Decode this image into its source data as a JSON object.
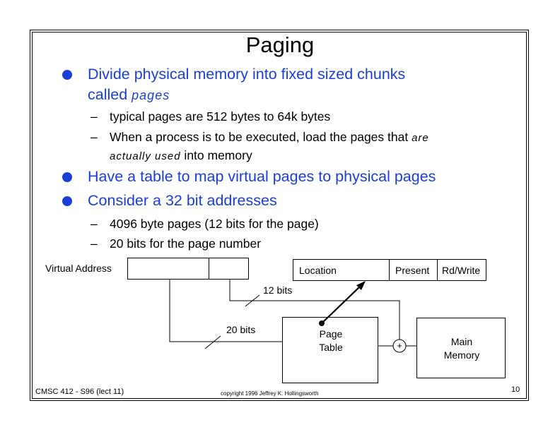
{
  "title": "Paging",
  "bullets": [
    {
      "text": "Divide physical memory into fixed sized chunks",
      "text_line2": "called ",
      "emph": "pages"
    },
    {
      "text": "Have a table to map virtual pages to physical pages"
    },
    {
      "text": "Consider a 32 bit addresses"
    }
  ],
  "subitems": {
    "b1_1": "typical pages are 512 bytes to 64k bytes",
    "b1_2_a": "When a process is to be executed, load the pages that ",
    "b1_2_em1": "are",
    "b1_2_em2": "actually used",
    "b1_2_b": " into memory",
    "b3_1": "4096 byte pages (12 bits for the page)",
    "b3_2": "20 bits for the page number"
  },
  "dash": "–",
  "diagram": {
    "virtual_address_label": "Virtual Address",
    "pte_fields": [
      "Location",
      "Present",
      "Rd/Write"
    ],
    "bits_12": "12 bits",
    "bits_20": "20 bits",
    "page_table": [
      "Page",
      "Table"
    ],
    "adder": "+",
    "main_memory": [
      "Main",
      "Memory"
    ]
  },
  "footer": {
    "course": "CMSC 412 - S96 (lect 11)",
    "copyright": "copyright 1996 Jeffrey K. Hollingsworth",
    "page_number": "10"
  }
}
